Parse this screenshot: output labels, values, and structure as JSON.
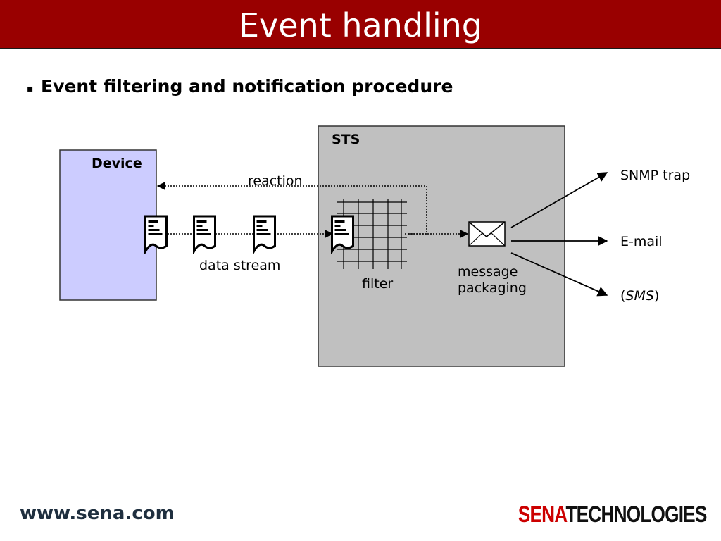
{
  "slide": {
    "title": "Event handling",
    "bullet": "▪",
    "subtitle": "Event filtering and notification procedure"
  },
  "diagram": {
    "device_label": "Device",
    "sts_label": "STS",
    "reaction_label": "reaction",
    "data_stream_label": "data stream",
    "filter_label": "filter",
    "message_label_line1": "message",
    "message_label_line2": "packaging",
    "outputs": {
      "snmp": "SNMP trap",
      "email": "E-mail",
      "sms_open": "(",
      "sms": "SMS",
      "sms_close": ")"
    },
    "colors": {
      "device_fill": "#ccccff",
      "sts_fill": "#c0c0c0",
      "title_bar": "#990000"
    }
  },
  "footer": {
    "url": "www.sena.com",
    "logo_part1": "SENA",
    "logo_part2": "TECHNOLOGIES"
  }
}
